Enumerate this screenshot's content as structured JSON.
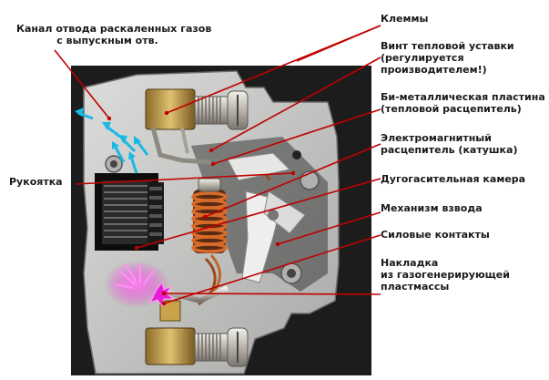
{
  "labels": {
    "gas_channel": [
      "Канал отвода раскаленных газов",
      "с выпускным отв."
    ],
    "handle": "Рукоятка",
    "terminals": "Клеммы",
    "thermal_screw": [
      "Винт тепловой уставки",
      "(регулируется",
      "производителем!)"
    ],
    "bimetal": [
      "Би-металлическая пластина",
      "(тепловой расцепитель)"
    ],
    "electromagnetic": [
      "Электромагнитный",
      "расцепитель (катушка)"
    ],
    "arc_chamber": "Дугогасительная камера",
    "mechanism": "Механизм взвода",
    "contacts": "Силовые контакты",
    "liner": [
      "Накладка",
      "из газогенерирующей",
      "пластмассы"
    ]
  },
  "colors": {
    "leader_line": "#c00000",
    "arrow": "#19b9e6",
    "body": "#c9c9c7",
    "copper": "#c0652a",
    "gas_glow": "#e81bd6"
  },
  "icons": {
    "arrows": "hot-gas-arrow-icon",
    "spark": "arc-spark-icon"
  }
}
